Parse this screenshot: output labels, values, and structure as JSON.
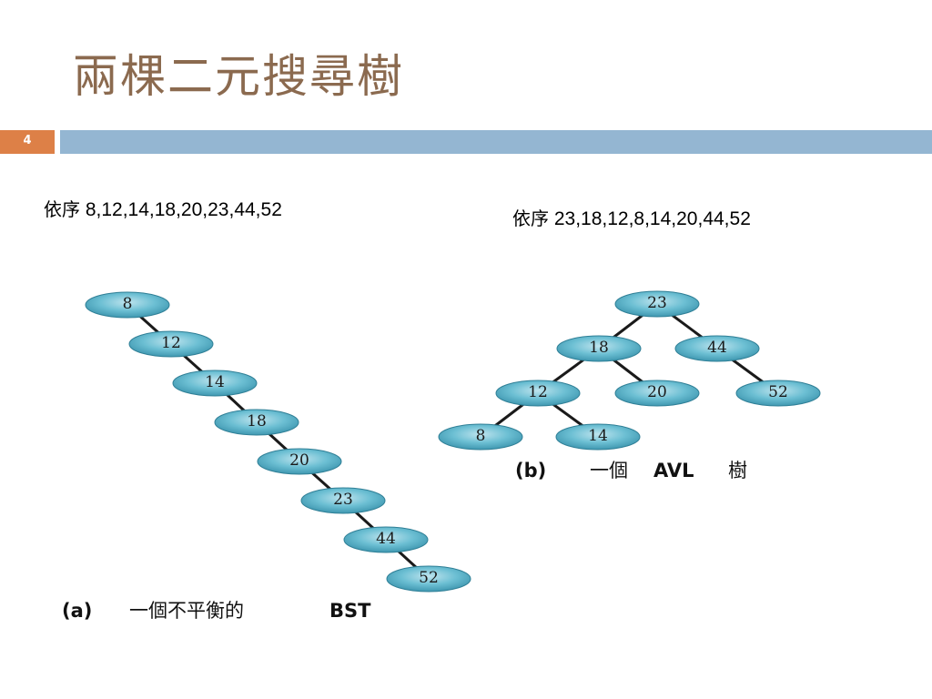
{
  "slide": {
    "title": "兩棵二元搜尋樹",
    "page_number": "4"
  },
  "sequences": {
    "a": {
      "prefix": "依序",
      "values": "8,12,14,18,20,23,44,52"
    },
    "b": {
      "prefix": "依序",
      "values": "23,18,12,8,14,20,44,52"
    }
  },
  "trees": {
    "a": {
      "caption_tag": "(a)",
      "caption_text": "一個不平衡的",
      "caption_term": "BST",
      "nodes": [
        "8",
        "12",
        "14",
        "18",
        "20",
        "23",
        "44",
        "52"
      ]
    },
    "b": {
      "caption_tag": "(b)",
      "caption_text": "一個",
      "caption_term": "AVL",
      "caption_suffix": "樹",
      "nodes": [
        "23",
        "18",
        "44",
        "12",
        "20",
        "52",
        "8",
        "14"
      ]
    }
  },
  "colors": {
    "title": "#8b6a4f",
    "accent_orange": "#dd8047",
    "accent_blue": "#94b6d2",
    "node_fill": "#5eb3c8"
  }
}
